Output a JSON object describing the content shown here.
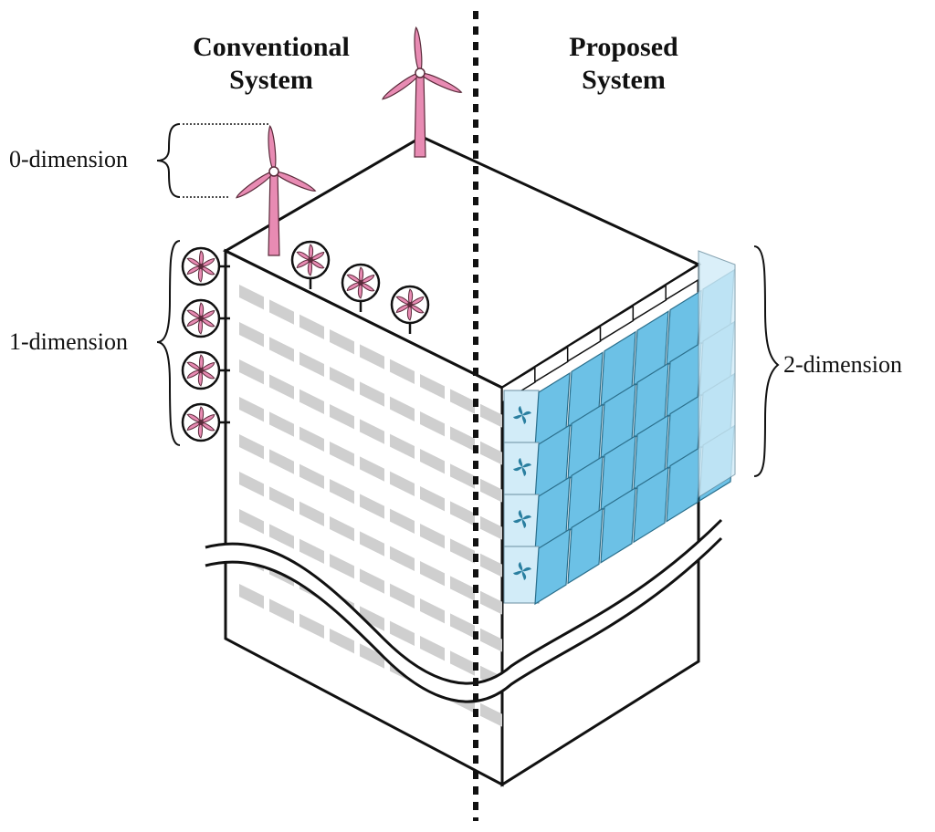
{
  "labels": {
    "conventional_line1": "Conventional",
    "conventional_line2": "System",
    "proposed_line1": "Proposed",
    "proposed_line2": "System",
    "dim0": "0-dimension",
    "dim1": "1-dimension",
    "dim2": "2-dimension"
  },
  "colors": {
    "outline": "#111111",
    "turbine_pink": "#e88bb3",
    "turbine_stroke": "#5a2a3a",
    "window_gray": "#cfcfcf",
    "panel_blue": "#6cc1e6",
    "panel_light": "#d2ecf8",
    "fan_blue": "#2a7fa0",
    "divider": "#111111"
  },
  "icons": {
    "large_turbine": "wind-turbine-icon",
    "small_turbine": "circular-fan-turbine-icon",
    "panel_fan": "fan-icon"
  },
  "counts": {
    "large_turbines": 2,
    "roof_fan_turbines": 3,
    "side_fan_turbines": 4,
    "facade_panel_rows": 4
  }
}
